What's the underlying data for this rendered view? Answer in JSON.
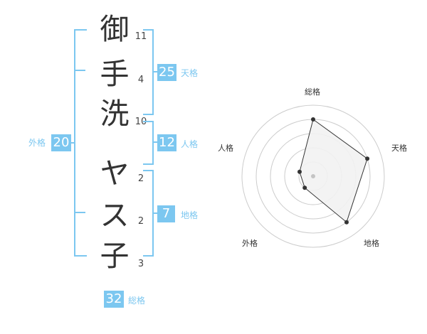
{
  "name_characters": [
    {
      "char": "御",
      "strokes": "11"
    },
    {
      "char": "手",
      "strokes": "4"
    },
    {
      "char": "洗",
      "strokes": "10"
    },
    {
      "char": "ヤ",
      "strokes": "2"
    },
    {
      "char": "ス",
      "strokes": "2"
    },
    {
      "char": "子",
      "strokes": "3"
    }
  ],
  "fortune": {
    "tenkaku": {
      "label": "天格",
      "value": "25"
    },
    "jinkaku": {
      "label": "人格",
      "value": "12"
    },
    "chikaku": {
      "label": "地格",
      "value": "7"
    },
    "gaikaku": {
      "label": "外格",
      "value": "20"
    },
    "soukaku": {
      "label": "総格",
      "value": "32"
    }
  },
  "chart_data": {
    "type": "radar",
    "axes": [
      "総格",
      "天格",
      "地格",
      "外格",
      "人格"
    ],
    "values": [
      4,
      4,
      4,
      1,
      1
    ],
    "max": 5,
    "rings": 5,
    "colors": {
      "fill": "#f2f2f2",
      "line": "#333333",
      "grid": "#cccccc",
      "center": "#c4c4c4"
    }
  },
  "colors": {
    "accent": "#7cc7f0",
    "text": "#333333"
  }
}
